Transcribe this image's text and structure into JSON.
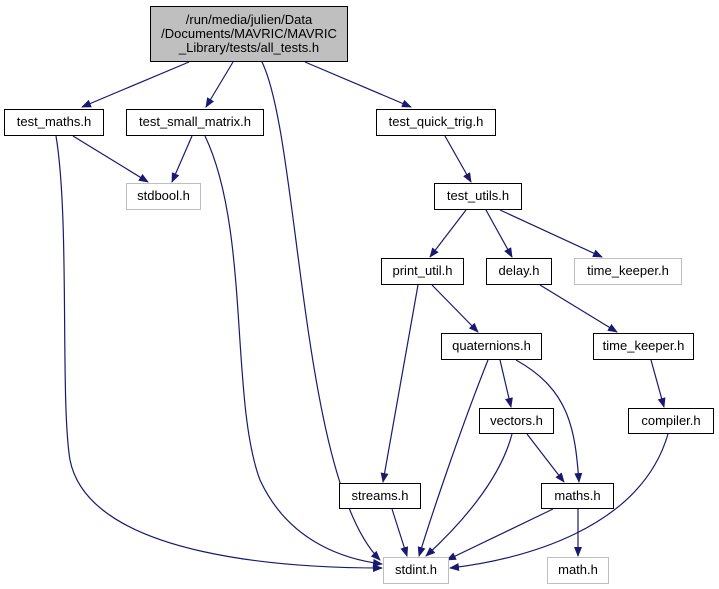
{
  "colors": {
    "edge": "#191970",
    "root_fill": "#bfbfbf",
    "external_border": "#bfbfbf",
    "node_border": "#000000"
  },
  "nodes": {
    "root": {
      "lines": [
        "/run/media/julien/Data",
        "/Documents/MAVRIC/MAVRIC",
        "_Library/tests/all_tests.h"
      ]
    },
    "test_maths": "test_maths.h",
    "test_small_matrix": "test_small_matrix.h",
    "test_quick_trig": "test_quick_trig.h",
    "stdbool": "stdbool.h",
    "test_utils": "test_utils.h",
    "print_util": "print_util.h",
    "delay": "delay.h",
    "time_keeper_ext": "time_keeper.h",
    "quaternions": "quaternions.h",
    "time_keeper": "time_keeper.h",
    "vectors": "vectors.h",
    "compiler": "compiler.h",
    "streams": "streams.h",
    "maths": "maths.h",
    "stdint": "stdint.h",
    "math": "math.h"
  }
}
